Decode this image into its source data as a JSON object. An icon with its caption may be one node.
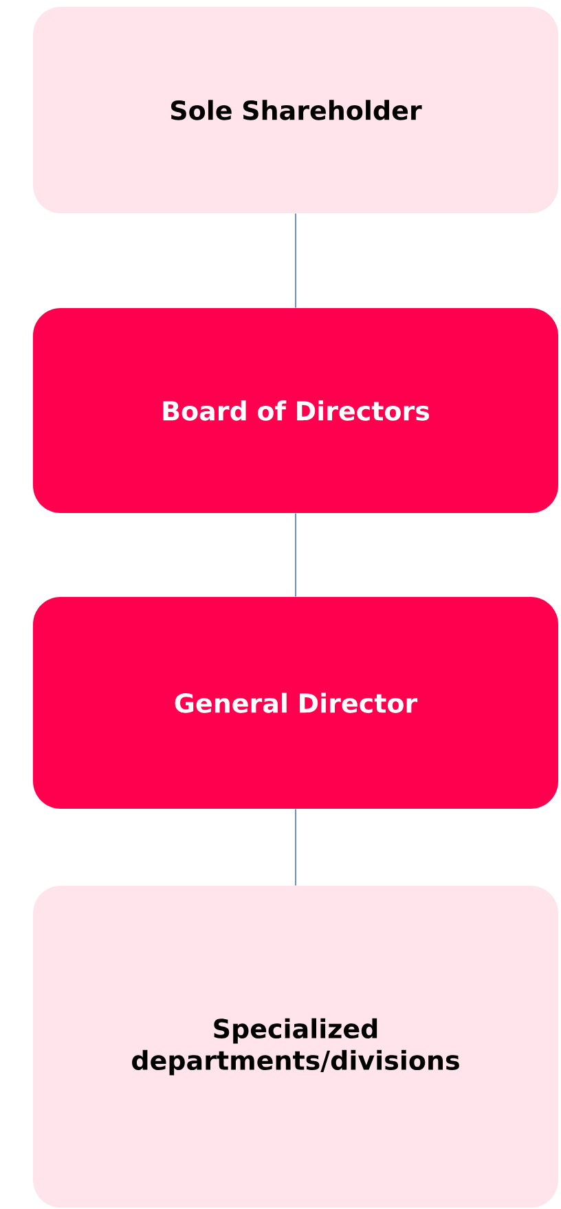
{
  "diagram": {
    "nodes": [
      {
        "text": [
          "Sole Shareholder"
        ]
      },
      {
        "text": [
          "Board of Directors"
        ]
      },
      {
        "text": [
          "General Director"
        ]
      },
      {
        "text": [
          "Specialized departments/divisions"
        ]
      }
    ],
    "edges": [
      {
        "from": 0,
        "to": 1,
        "arrow": "none"
      },
      {
        "from": 1,
        "to": 2,
        "arrow": "none"
      },
      {
        "from": 2,
        "to": 3,
        "arrow": "none"
      }
    ]
  }
}
